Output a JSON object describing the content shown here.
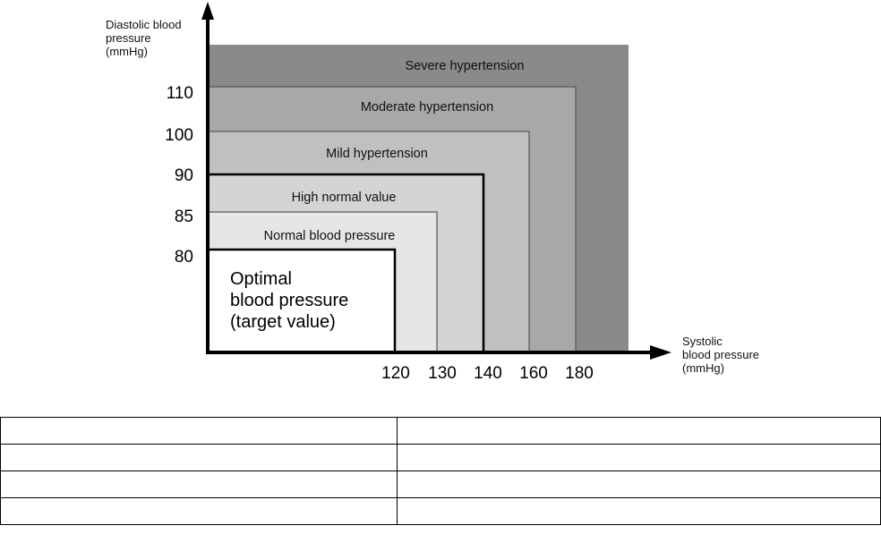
{
  "diagram": {
    "y_axis_title": "Diastolic blood\npressure\n(mmHg)",
    "x_axis_title": "Systolic\nblood pressure\n(mmHg)",
    "y_ticks": [
      "110",
      "100",
      "90",
      "85",
      "80"
    ],
    "x_ticks": [
      "120",
      "130",
      "140",
      "160",
      "180"
    ],
    "zones": [
      {
        "label": "Severe hypertension",
        "systolic_max": null,
        "diastolic_max": null,
        "fill": "#8a8a8a"
      },
      {
        "label": "Moderate hypertension",
        "systolic_max": 180,
        "diastolic_max": 110,
        "fill": "#a8a8a8"
      },
      {
        "label": "Mild hypertension",
        "systolic_max": 160,
        "diastolic_max": 100,
        "fill": "#c0c0c0"
      },
      {
        "label": "High normal value",
        "systolic_max": 140,
        "diastolic_max": 90,
        "fill": "#d4d4d4"
      },
      {
        "label": "Normal blood pressure",
        "systolic_max": 130,
        "diastolic_max": 85,
        "fill": "#e6e6e6"
      },
      {
        "label": "Optimal\nblood pressure\n(target value)",
        "systolic_max": 120,
        "diastolic_max": 80,
        "fill": "#ffffff"
      }
    ]
  },
  "table": {
    "rows": [
      [
        "",
        ""
      ],
      [
        "",
        ""
      ],
      [
        "",
        ""
      ],
      [
        "",
        ""
      ]
    ]
  }
}
